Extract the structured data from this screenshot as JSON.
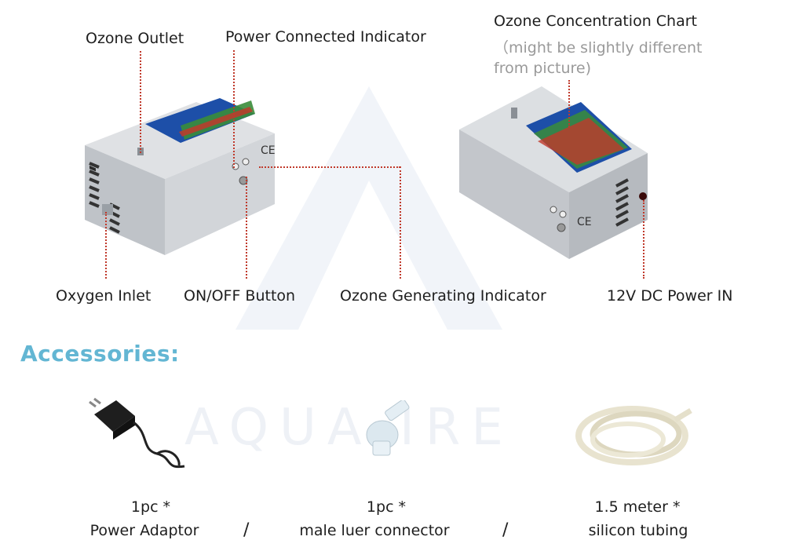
{
  "labels": {
    "ozone_outlet": "Ozone Outlet",
    "power_connected": "Power Connected Indicator",
    "chart_title": "Ozone Concentration Chart",
    "chart_note_1": "（might be slightly different",
    "chart_note_2": "from picture)",
    "oxygen_inlet": "Oxygen Inlet",
    "on_off": "ON/OFF Button",
    "ozone_generating": "Ozone Generating Indicator",
    "power_in": "12V DC Power IN"
  },
  "accessories": {
    "title": "Accessories:",
    "items": [
      {
        "qty": "1pc *",
        "name": "Power Adaptor"
      },
      {
        "qty": "1pc *",
        "name": "male luer connector"
      },
      {
        "qty": "1.5 meter *",
        "name": "silicon tubing"
      }
    ],
    "separator": "/"
  },
  "colors": {
    "callout": "#c0392b",
    "accent": "#63b6d3",
    "device_metal": "#c9ccd0",
    "panel_blue": "#1d4fa8"
  }
}
